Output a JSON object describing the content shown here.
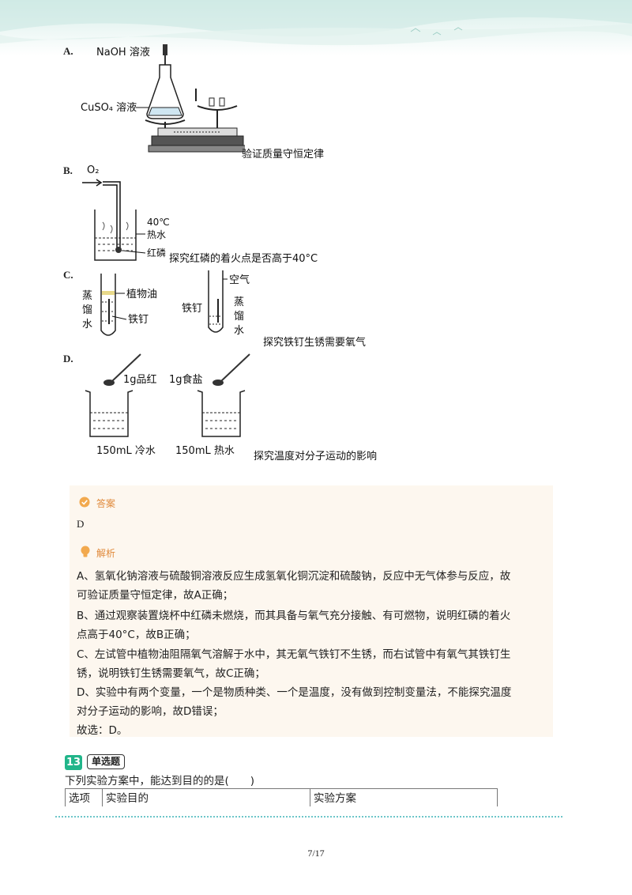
{
  "options": [
    {
      "letter": "A.",
      "caption": "验证质量守恒定律",
      "labels": {
        "top": "NaOH 溶液",
        "left": "CuSO₄ 溶液"
      }
    },
    {
      "letter": "B.",
      "caption": "探究红磷的着火点是否高于40°C",
      "labels": {
        "gas": "O₂",
        "temp": "40℃",
        "water": "热水",
        "p": "红磷"
      }
    },
    {
      "letter": "C.",
      "caption": "探究铁钉生锈需要氧气",
      "labels": {
        "left_side": [
          "蒸",
          "馏",
          "水"
        ],
        "oil": "植物油",
        "nail_left": "铁钉",
        "air": "空气",
        "nail_right": "铁钉",
        "right_side": [
          "蒸",
          "馏",
          "水"
        ]
      }
    },
    {
      "letter": "D.",
      "caption": "探究温度对分子运动的影响",
      "labels": {
        "spoon_left": "1g品红",
        "spoon_right": "1g食盐",
        "beaker_left": "150mL 冷水",
        "beaker_right": "150mL 热水"
      }
    }
  ],
  "answer": {
    "label": "答案",
    "value": "D"
  },
  "analysis": {
    "label": "解析",
    "lines": [
      "A、氢氧化钠溶液与硫酸铜溶液反应生成氢氧化铜沉淀和硫酸钠，反应中无气体参与反应，故",
      "可验证质量守恒定律，故A正确；",
      "B、通过观察装置烧杯中红磷未燃烧，而其具备与氧气充分接触、有可燃物，说明红磷的着火",
      "点高于40°C，故B正确；",
      "C、左试管中植物油阻隔氧气溶解于水中，其无氧气铁钉不生锈，而右试管中有氧气其铁钉生",
      "锈，说明铁钉生锈需要氧气，故C正确；",
      "D、实验中有两个变量，一个是物质种类、一个是温度，没有做到控制变量法，不能探究温度",
      "对分子运动的影响，故D错误；",
      "故选：D。"
    ]
  },
  "question": {
    "number": "13",
    "type": "单选题",
    "stem": "下列实验方案中，能达到目的的是(　　)",
    "table_headers": [
      "选项",
      "实验目的",
      "实验方案"
    ]
  },
  "page": "7/17",
  "colors": {
    "accent_orange": "#e0893a",
    "accent_green": "#21b58a",
    "box_bg": "#fdf7ef",
    "dots": "#6dc6c9"
  }
}
